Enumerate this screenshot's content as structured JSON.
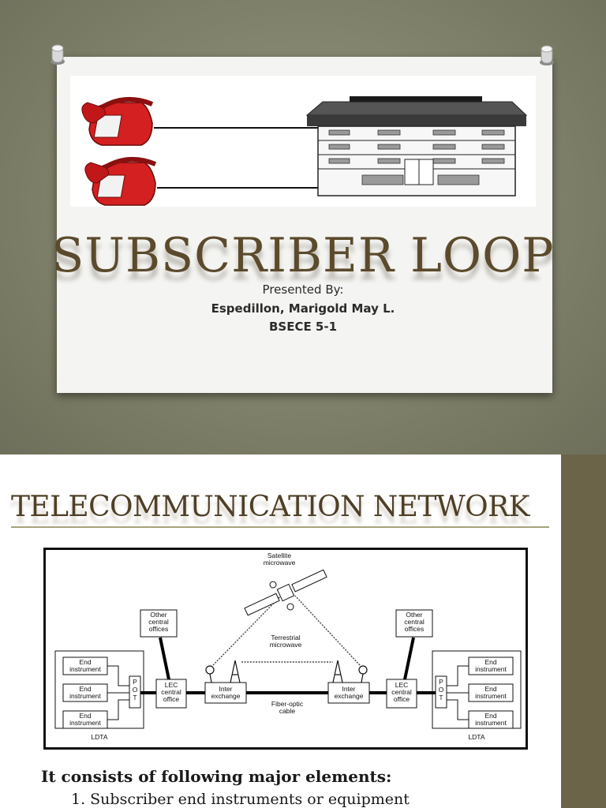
{
  "slide1": {
    "title": "SUBSCRIBER LOOP",
    "presented_by": "Presented By:",
    "author": "Espedillon, Marigold May L.",
    "section": "BSECE 5-1"
  },
  "slide2": {
    "title": "TELECOMMUNICATION NETWORK",
    "diagram": {
      "satellite": [
        "Satellite",
        "microwave"
      ],
      "terrestrial": [
        "Terrestrial",
        "microwave"
      ],
      "fiber": [
        "Fiber-optic",
        "cable"
      ],
      "other_co": [
        "Other",
        "central",
        "offices"
      ],
      "lec": [
        "LEC",
        "central",
        "office"
      ],
      "inter": [
        "Inter",
        "exchange"
      ],
      "end_instrument": [
        "End",
        "instrument"
      ],
      "pot": [
        "P",
        "O",
        "T"
      ],
      "ldta": "LDTA"
    },
    "lead": "It consists of following major elements:",
    "items": [
      "1.  Subscriber end instruments or equipment"
    ]
  },
  "colors": {
    "backdrop": "#84856e",
    "title_brown": "#5b4a2c",
    "side_bar": "#6b6448",
    "phone_red": "#d42020"
  }
}
